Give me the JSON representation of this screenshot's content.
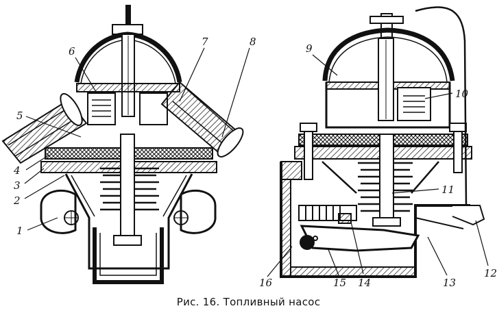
{
  "caption": "Рис. 16. Топливный насос",
  "callouts": {
    "left": [
      "1",
      "2",
      "3",
      "4",
      "5",
      "6",
      "7",
      "8"
    ],
    "right": [
      "9",
      "10",
      "11",
      "12",
      "13",
      "14",
      "15",
      "16"
    ]
  }
}
